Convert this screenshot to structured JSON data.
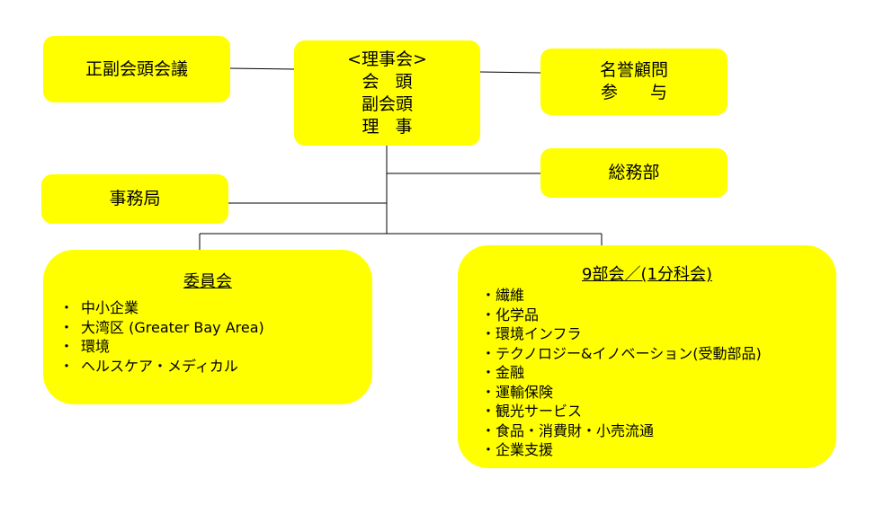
{
  "board": {
    "title": "<理事会>",
    "roles": [
      "会頭",
      "副会頭",
      "理事"
    ]
  },
  "vice_president_meeting": "正副会頭会議",
  "honorary": {
    "line1": "名誉顧問",
    "line2": "参与"
  },
  "general_affairs": "総務部",
  "secretariat": "事務局",
  "committees": {
    "title": "委員会",
    "bullet": "・",
    "items": [
      "中小企業",
      "大湾区 (Greater Bay Area)",
      "環境",
      "ヘルスケア・メディカル"
    ]
  },
  "sections": {
    "title": "9部会／(1分科会)",
    "bullet": "・",
    "items": [
      "繊維",
      "化学品",
      "環境インフラ",
      "テクノロジー&イノベーション(受動部品)",
      "金融",
      "運輸保険",
      "観光サービス",
      "食品・消費財・小売流通",
      "企業支援"
    ]
  },
  "colors": {
    "box_fill": "#ffff00",
    "line": "#000000",
    "background": "#ffffff"
  }
}
